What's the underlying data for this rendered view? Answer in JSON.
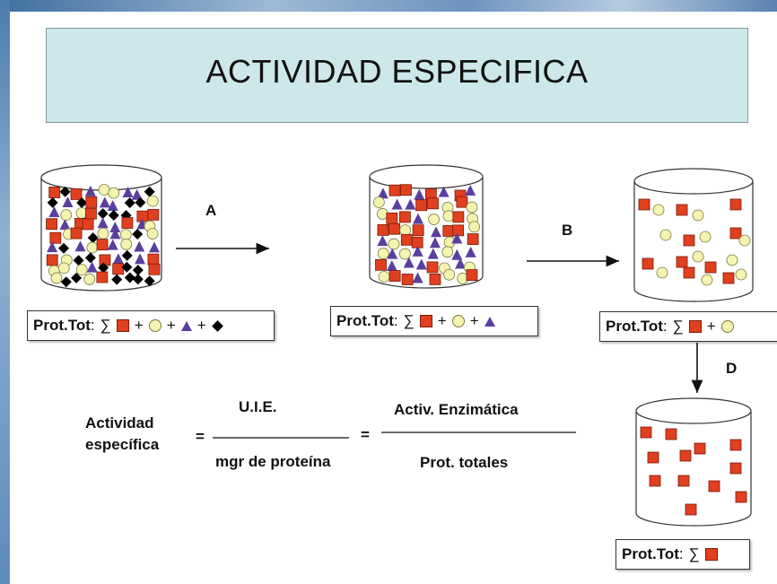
{
  "title": "ACTIVIDAD ESPECIFICA",
  "steps": {
    "a": "A",
    "b": "B",
    "d": "D"
  },
  "prot_prefix": "Prot.Tot",
  "sum_symbol": "∑",
  "plus": "+",
  "legend": {
    "square": "square-red",
    "circle": "circle-pale-yellow",
    "triangle": "triangle-purple",
    "diamond": "diamond-black"
  },
  "colors": {
    "square": "#e0401e",
    "circle": "#f4f4b0",
    "triangle": "#5a3fa0",
    "diamond": "#000000",
    "title_bg": "#cde7ea"
  },
  "formula": {
    "lhs_line1": "Actividad",
    "lhs_line2": "específica",
    "eq": "=",
    "frac1_num": "U.I.E.",
    "frac1_den": "mgr de proteína",
    "frac2_num": "Activ. Enzimática",
    "frac2_den": "Prot. totales"
  }
}
